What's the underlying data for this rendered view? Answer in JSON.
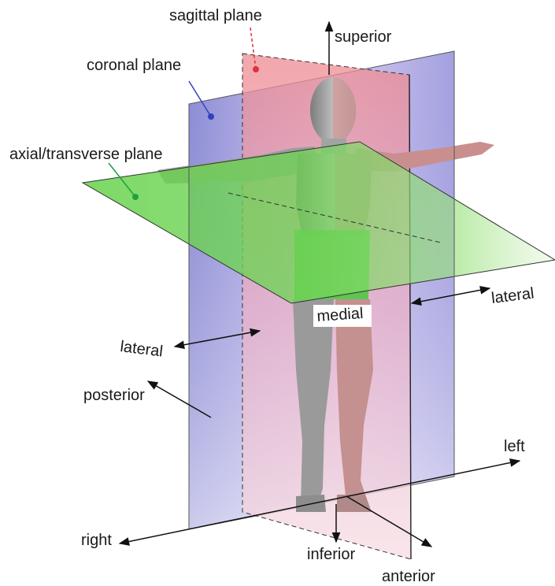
{
  "labels": {
    "sagittal_plane": "sagittal plane",
    "coronal_plane": "coronal plane",
    "axial_plane": "axial/transverse plane",
    "superior": "superior",
    "inferior": "inferior",
    "lateral_left": "lateral",
    "lateral_right": "lateral",
    "medial": "medial",
    "posterior": "posterior",
    "anterior": "anterior",
    "left": "left",
    "right": "right"
  },
  "colors": {
    "sagittal": "#e8a0a8",
    "coronal": "#8f8fd8",
    "axial": "#58d048",
    "callout_sagittal": "#e03040",
    "callout_coronal": "#3040c0",
    "callout_axial": "#20a040",
    "skin": "#a8a8a8",
    "arrow": "#111111"
  },
  "icons": {
    "figure": "human-figure-icon"
  }
}
